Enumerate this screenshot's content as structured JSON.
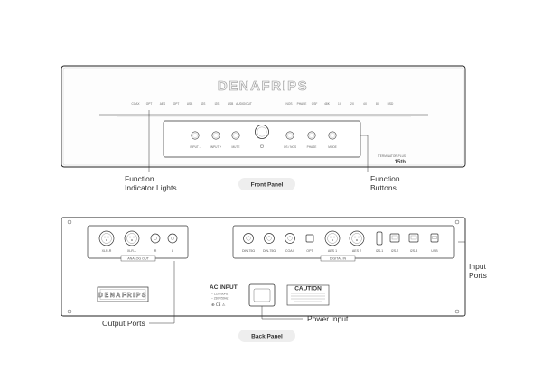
{
  "front_panel": {
    "logo": "DENAFRIPS",
    "indicators_left": [
      "COAX",
      "OPT",
      "AES",
      "OPT",
      "USB",
      "I2S",
      "I2S",
      "USB",
      "AUDIO/OUT"
    ],
    "indicators_right": [
      "NOS",
      "PHASE",
      "OSF",
      "48K",
      "1X",
      "2X",
      "4X",
      "8X",
      "DSD"
    ],
    "buttons": [
      "INPUT -",
      "INPUT +",
      "MUTE",
      "OS / NOS",
      "PHASE",
      "MODE"
    ],
    "model_line1": "TERMINATOR-PLUS",
    "model_line2": "15th"
  },
  "back_panel": {
    "logo": "DENAFRIPS",
    "analog_ports": [
      "XLR-R",
      "XLR-L",
      "R",
      "L"
    ],
    "analog_group_label": "ANALOG OUT",
    "digital_ports": [
      "DIN-75Ω",
      "DIN-75Ω",
      "COAX",
      "OPT",
      "AES 1",
      "AES 2",
      "I2S-1",
      "I2S-2",
      "I2S-3",
      "USB"
    ],
    "digital_group_label": "DIGITAL IN",
    "ac_input_title": "AC INPUT",
    "ac_input_line1": "~ 115V/60Hz",
    "ac_input_line2": "~ 230V/50Hz",
    "caution_title": "CAUTION"
  },
  "labels": {
    "function_indicator_lights": "Function\nIndicator Lights",
    "front_panel": "Front Panel",
    "function_buttons": "Function\nButtons",
    "input_ports": "Input\nPorts",
    "output_ports": "Output Ports",
    "power_input": "Power Input",
    "back_panel": "Back Panel"
  }
}
